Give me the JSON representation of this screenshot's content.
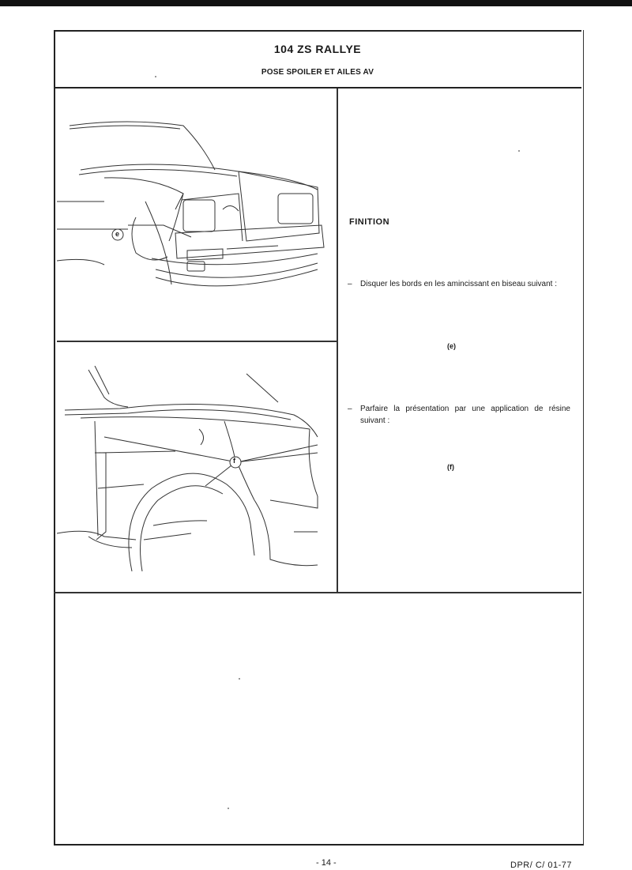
{
  "header": {
    "title": "104 ZS RALLYE",
    "subtitle": "POSE SPOILER ET AILES AV"
  },
  "illustrations": {
    "top": {
      "callout": "e"
    },
    "bottom": {
      "callout": "f"
    }
  },
  "instructions": {
    "section_title": "FINITION",
    "steps": [
      {
        "dash": "–",
        "text": "Disquer les bords en les amincissant en biseau suivant :",
        "ref": "(e)"
      },
      {
        "dash": "–",
        "text": "Parfaire la présentation par une application de résine suivant :",
        "ref": "(f)"
      }
    ]
  },
  "footer": {
    "page_number": "- 14 -",
    "doc_ref": "DPR/ C/ 01-77"
  }
}
